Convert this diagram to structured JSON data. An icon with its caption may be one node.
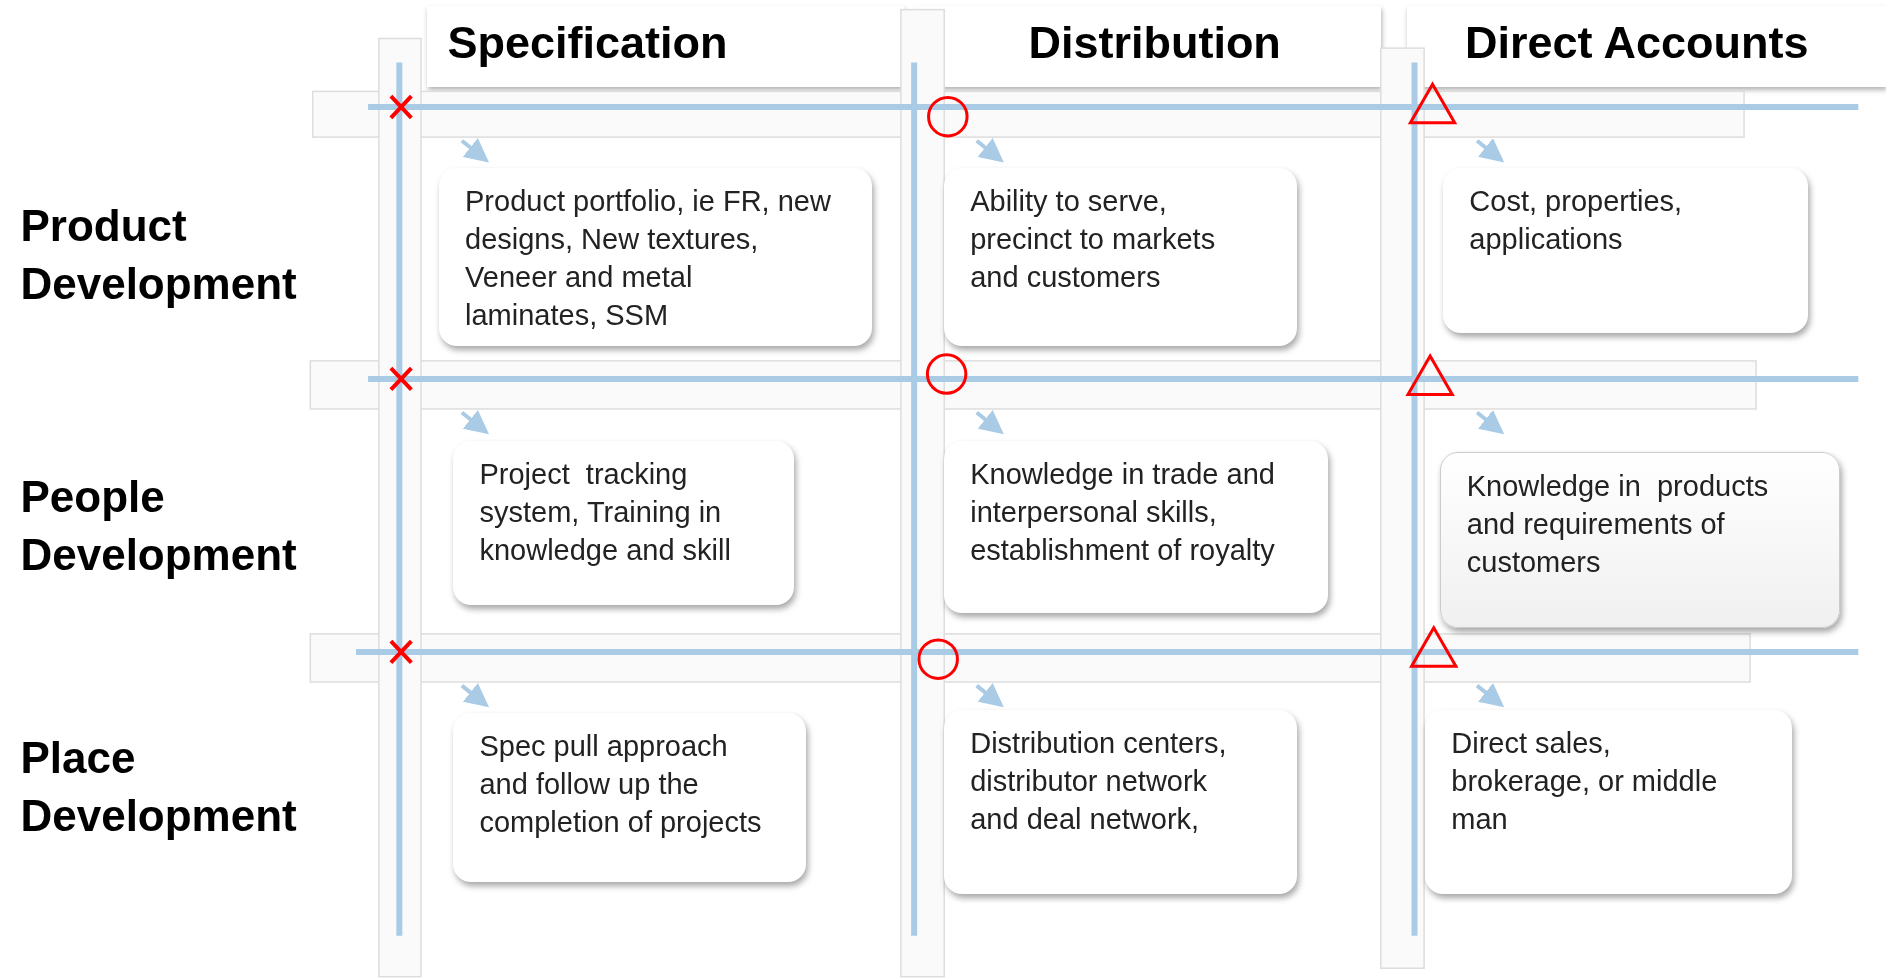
{
  "diagram": {
    "nodes": [
      {
        "text": [
          "Product portfolio, ie FR, new designs, New textures, Veneer and metal laminates, SSM"
        ]
      },
      {
        "text": [
          "Ability to serve, precinct to markets and customers"
        ]
      },
      {
        "text": [
          "Cost, properties, applications"
        ]
      },
      {
        "text": [
          "Project  tracking system, Training in knowledge and skill"
        ]
      },
      {
        "text": [
          "Knowledge in trade and interpersonal skills, establishment of royalty"
        ]
      },
      {
        "text": [
          "Knowledge in  products and requirements of customers"
        ]
      },
      {
        "text": [
          "Spec pull approach and follow up the completion of projects"
        ]
      },
      {
        "text": [
          "Distribution centers, distributor network and deal network,"
        ]
      },
      {
        "text": [
          "Direct sales, brokerage, or middle man"
        ]
      }
    ],
    "edges": [],
    "labels": [
      "Specification",
      "Distribution",
      "Direct Accounts",
      "Product Development",
      "People Development",
      "Place Development"
    ]
  }
}
